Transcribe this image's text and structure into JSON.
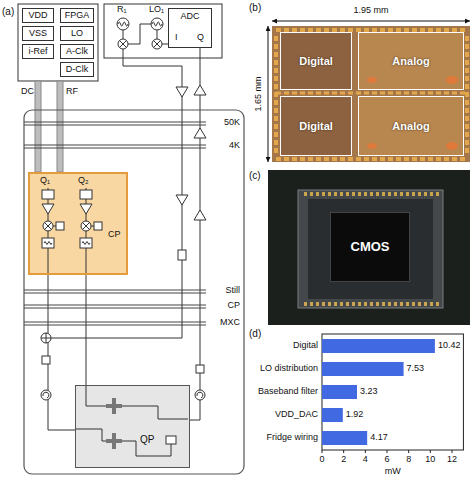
{
  "diagram": {
    "nodes": [
      {
        "text": [
          "VDD"
        ]
      },
      {
        "text": [
          "VSS"
        ]
      },
      {
        "text": [
          "i-Ref"
        ]
      },
      {
        "text": [
          "FPGA"
        ]
      },
      {
        "text": [
          "LO"
        ]
      },
      {
        "text": [
          "A-Clk"
        ]
      },
      {
        "text": [
          "D-Clk"
        ]
      },
      {
        "text": [
          "ADC",
          "I",
          "Q"
        ]
      },
      {
        "text": [
          "Q₁",
          "Q₂",
          "CP"
        ]
      },
      {
        "text": [
          "QP"
        ]
      },
      {
        "text": [
          "Digital"
        ]
      },
      {
        "text": [
          "Analog"
        ]
      },
      {
        "text": [
          "Digital"
        ]
      },
      {
        "text": [
          "Analog"
        ]
      },
      {
        "text": [
          "CMOS"
        ]
      }
    ],
    "edges": [
      {
        "from": 8,
        "to": 9,
        "arrow": "none"
      },
      {
        "from": 8,
        "to": 9,
        "arrow": "none"
      },
      {
        "from": 9,
        "to": 7,
        "arrow": "none"
      }
    ],
    "labels": [
      "(a)",
      "DC",
      "RF",
      "R₁",
      "LO₁",
      "50K",
      "4K",
      "Still",
      "CP",
      "MXC",
      "(b)",
      "1.95 mm",
      "1.65 mm",
      "(c)",
      "(d)",
      "Digital",
      "LO distribution",
      "Baseband filter",
      "VDD_DAC",
      "Fridge wiring",
      "10.42",
      "7.53",
      "3.23",
      "1.92",
      "4.17",
      "0",
      "2",
      "4",
      "6",
      "8",
      "10",
      "12",
      "mW"
    ]
  }
}
